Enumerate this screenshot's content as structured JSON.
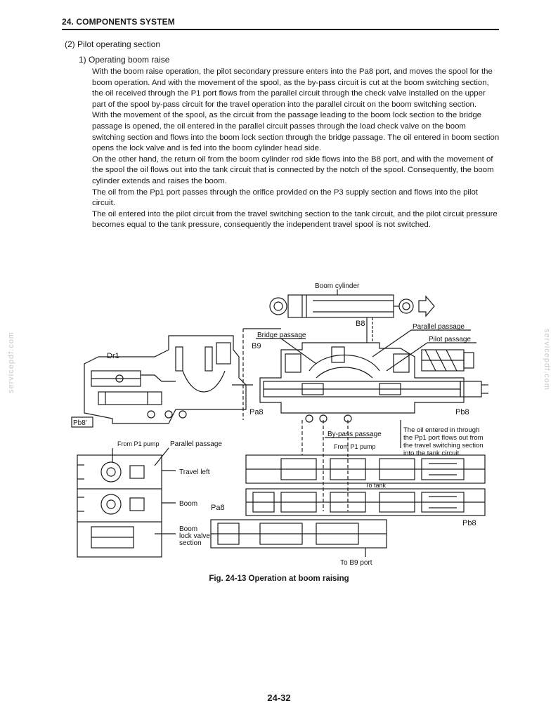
{
  "header": {
    "title": "24. COMPONENTS SYSTEM"
  },
  "section": {
    "title": "(2) Pilot operating section"
  },
  "subsection": {
    "title": "1)  Operating boom raise"
  },
  "body": {
    "p1": "With the boom raise operation, the pilot secondary pressure enters into the Pa8 port, and moves the spool for the boom operation. And with the movement of the spool, as the by-pass circuit is cut at the boom switching section, the oil received through the P1 port flows from the parallel circuit through the check valve installed on the upper part of the spool by-pass circuit for the travel operation into the parallel circuit on the boom switching section.",
    "p2": "With the movement of the spool, as the circuit from the passage leading to the boom lock section to the bridge passage is opened, the oil entered in the parallel circuit passes through the load check valve on the boom switching section and flows into the boom lock section through the bridge passage. The oil entered in boom section opens the lock valve and is fed into the boom cylinder head side.",
    "p3": "On the other hand, the return oil from the boom cylinder rod side flows into the B8 port, and with the movement of the spool the oil flows out into the tank circuit that is connected by the notch of the spool. Consequently, the boom cylinder extends and raises the boom.",
    "p4": "The oil from the Pp1 port passes through the orifice provided on the P3 supply section and flows into the pilot circuit.",
    "p5": "The oil entered into the pilot circuit from the travel switching section to the tank circuit, and the pilot circuit pressure becomes equal to the tank pressure, consequently the independent travel spool is not switched."
  },
  "figure": {
    "boom_cylinder": "Boom cylinder",
    "b8": "B8",
    "b9": "B9",
    "bridge_passage": "Bridge passage",
    "parallel_passage_top": "Parallel passage",
    "pilot_passage": "Pilot passage",
    "dr1": "Dr1",
    "pa8_top": "Pa8",
    "pb8_top": "Pb8",
    "pb8_left": "Pb8'",
    "by_pass_passage": "By-pass passage",
    "from_p1_pump_mid": "From P1 pump",
    "note_line1": "The oil entered in through",
    "note_line2": "the Pp1 port flows out from",
    "note_line3": "the travel switching section",
    "note_line4": "into the tank circuit.",
    "from_p1_pump_left": "From P1 pump",
    "parallel_passage_left": "Parallel passage",
    "travel_left": "Travel left",
    "boom": "Boom",
    "boom_lock_1": "Boom",
    "boom_lock_2": "lock valve",
    "boom_lock_3": "section",
    "pa8_bottom": "Pa8",
    "pb8_bottom": "Pb8",
    "to_tank": "To tank",
    "to_b9_port": "To B9 port"
  },
  "caption": "Fig. 24-13 Operation at boom raising",
  "page_number": "24-32",
  "watermark": "servicepdf.com"
}
